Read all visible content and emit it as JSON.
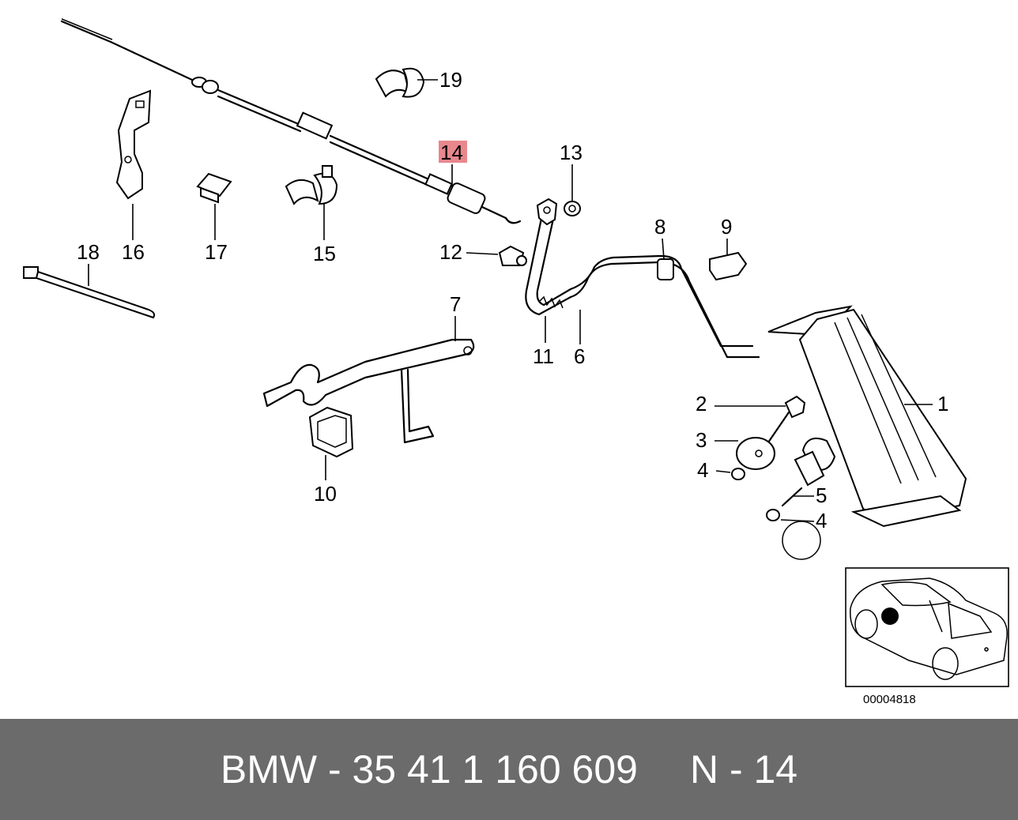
{
  "callouts": {
    "c1": "1",
    "c2": "2",
    "c3": "3",
    "c4a": "4",
    "c4b": "4",
    "c5": "5",
    "c6": "6",
    "c7": "7",
    "c8": "8",
    "c9": "9",
    "c10": "10",
    "c11": "11",
    "c12": "12",
    "c13": "13",
    "c14": "14",
    "c15": "15",
    "c16": "16",
    "c17": "17",
    "c18": "18",
    "c19": "19"
  },
  "highlight_color": "#e8878d",
  "diagram_code": "00004818",
  "footer": {
    "part_number_text": "BMW - 35 41 1 160 609",
    "position_text": "N - 14"
  },
  "footer_background": "#6b6b6b"
}
